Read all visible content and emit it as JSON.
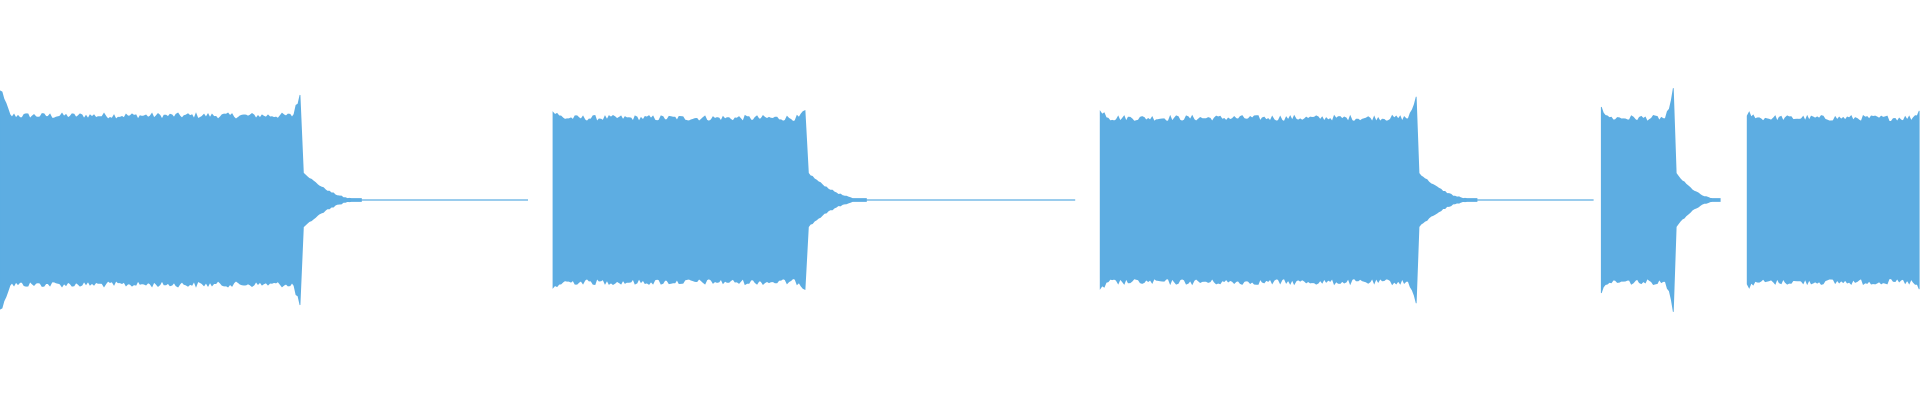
{
  "waveform": {
    "color": "#5DADE2",
    "background": "#FFFFFF",
    "duration_fraction_segments": [
      {
        "start": 0.0,
        "end": 0.157,
        "peak": 0.82,
        "body": 0.7,
        "onset_spike": 0.92,
        "end_spike": 0.92,
        "tail_end": 0.275
      },
      {
        "start": 0.288,
        "end": 0.42,
        "peak": 0.75,
        "body": 0.68,
        "onset_spike": 0.75,
        "end_spike": 0.75,
        "tail_end": 0.56
      },
      {
        "start": 0.573,
        "end": 0.738,
        "peak": 0.78,
        "body": 0.68,
        "onset_spike": 0.75,
        "end_spike": 0.88,
        "tail_end": 0.83
      },
      {
        "start": 0.834,
        "end": 0.872,
        "peak": 0.78,
        "body": 0.68,
        "onset_spike": 0.75,
        "end_spike": 0.95,
        "tail_end": 0.896
      },
      {
        "start": 0.91,
        "end": 1.0,
        "peak": 0.78,
        "body": 0.68,
        "onset_spike": 0.72,
        "end_spike": 0.75,
        "tail_end": 1.0
      }
    ]
  }
}
